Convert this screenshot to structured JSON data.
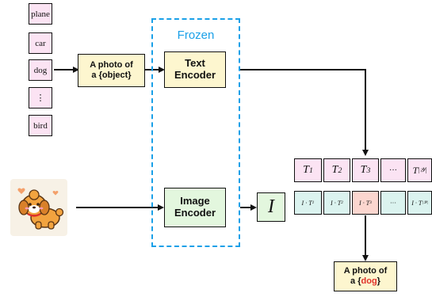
{
  "classes": [
    "plane",
    "car",
    "dog",
    "⋮",
    "bird"
  ],
  "prompt_template": {
    "line1": "A photo of",
    "line2": "a {object}"
  },
  "frozen_label": "Frozen",
  "text_encoder": {
    "line1": "Text",
    "line2": "Encoder"
  },
  "image_encoder": {
    "line1": "Image",
    "line2": "Encoder"
  },
  "image_embedding": "I",
  "image_description": "cartoon puppy",
  "text_embeddings": [
    {
      "base": "T",
      "sub": "1"
    },
    {
      "base": "T",
      "sub": "2"
    },
    {
      "base": "T",
      "sub": "3"
    },
    {
      "base": "···",
      "sub": ""
    },
    {
      "base": "T",
      "sub": "|𝒴|"
    }
  ],
  "similarity_row": [
    {
      "base": "I · T",
      "sub": "1"
    },
    {
      "base": "I · T",
      "sub": "2"
    },
    {
      "base": "I · T",
      "sub": "3"
    },
    {
      "base": "···",
      "sub": ""
    },
    {
      "base": "I · T",
      "sub": "|𝒴|"
    }
  ],
  "highlighted_index": 2,
  "output": {
    "line1": "A photo of",
    "line2_prefix": "a {",
    "line2_word": "dog",
    "line2_suffix": "}"
  },
  "colors": {
    "frozen_blue": "#1aa0e8",
    "class_pink": "#fbe3f3",
    "encoder_yellow": "#fdf6cf",
    "image_encoder_green": "#e3f7de",
    "similarity_teal": "#dbf3ef",
    "highlight_salmon": "#fbd6cf",
    "output_red": "#e0322a"
  }
}
